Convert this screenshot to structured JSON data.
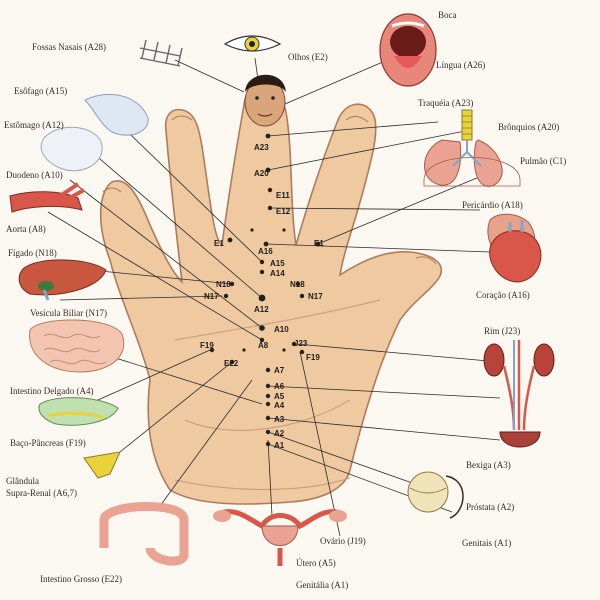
{
  "colors": {
    "skin": "#efc9a0",
    "skin_edge": "#b07b5c",
    "organ_red": "#d8574a",
    "organ_pink": "#eaa392",
    "organ_yellow": "#e9d23a",
    "organ_blue": "#7fa6c9",
    "ink": "#222222"
  },
  "organs": [
    {
      "id": "fossas-nasais",
      "label": "Fossas Nasais (A28)",
      "icon": "nose-icon"
    },
    {
      "id": "olhos",
      "label": "Olhos (E2)",
      "icon": "eye-icon"
    },
    {
      "id": "boca",
      "label": "Boca",
      "icon": "mouth-icon"
    },
    {
      "id": "lingua",
      "label": "Língua (A26)",
      "icon": "tongue-icon"
    },
    {
      "id": "esofago",
      "label": "Esôfago (A15)",
      "icon": "esophagus-icon"
    },
    {
      "id": "estomago",
      "label": "Estômago (A12)",
      "icon": "stomach-icon"
    },
    {
      "id": "traqueia",
      "label": "Traquéia (A23)",
      "icon": "trachea-icon"
    },
    {
      "id": "bronquios",
      "label": "Brônquios (A20)",
      "icon": "bronchi-icon"
    },
    {
      "id": "pulmao",
      "label": "Pulmão (C1)",
      "icon": "lung-icon"
    },
    {
      "id": "duodeno",
      "label": "Duodeno (A10)",
      "icon": "duodenum-icon"
    },
    {
      "id": "pericardio",
      "label": "Pericárdio (A18)",
      "icon": "pericardium-icon"
    },
    {
      "id": "aorta",
      "label": "Aorta (A8)",
      "icon": "aorta-icon"
    },
    {
      "id": "figado",
      "label": "Fígado (N18)",
      "icon": "liver-icon"
    },
    {
      "id": "coracao",
      "label": "Coração (A16)",
      "icon": "heart-icon"
    },
    {
      "id": "vesicula",
      "label": "Vesícula Biliar (N17)",
      "icon": "gallbladder-icon"
    },
    {
      "id": "rim",
      "label": "Rim (J23)",
      "icon": "kidney-icon"
    },
    {
      "id": "intestino-delgado",
      "label": "Intestino Delgado (A4)",
      "icon": "small-intestine-icon"
    },
    {
      "id": "baco",
      "label": "Baço-Pâncreas (F19)",
      "icon": "spleen-icon"
    },
    {
      "id": "bexiga",
      "label": "Bexiga (A3)",
      "icon": "bladder-icon"
    },
    {
      "id": "glandula",
      "label": "Glândula",
      "label2": "Supra-Renal (A6,7)",
      "icon": "adrenal-icon"
    },
    {
      "id": "prostata",
      "label": "Próstata (A2)",
      "icon": "prostate-icon"
    },
    {
      "id": "intestino-grosso",
      "label": "Intestino Grosso (E22)",
      "icon": "large-intestine-icon"
    },
    {
      "id": "ovario",
      "label": "Ovário (J19)",
      "icon": "ovary-icon"
    },
    {
      "id": "genitais",
      "label": "Genitais (A1)",
      "icon": "genitals-icon"
    },
    {
      "id": "utero",
      "label": "Útero (A5)",
      "icon": "uterus-icon"
    },
    {
      "id": "genitalia",
      "label": "Genitália (A1)",
      "icon": "genitalia-icon"
    }
  ],
  "points": [
    {
      "id": "A23",
      "label": "A23"
    },
    {
      "id": "A20",
      "label": "A20"
    },
    {
      "id": "E11",
      "label": "E11"
    },
    {
      "id": "E12",
      "label": "E12"
    },
    {
      "id": "E1L",
      "label": "E1"
    },
    {
      "id": "A16",
      "label": "A16"
    },
    {
      "id": "E1R",
      "label": "E1"
    },
    {
      "id": "A15",
      "label": "A15"
    },
    {
      "id": "A14",
      "label": "A14"
    },
    {
      "id": "N18L",
      "label": "N18"
    },
    {
      "id": "N18R",
      "label": "N18"
    },
    {
      "id": "N17L",
      "label": "N17"
    },
    {
      "id": "N17R",
      "label": "N17"
    },
    {
      "id": "A12",
      "label": "A12"
    },
    {
      "id": "A10",
      "label": "A10"
    },
    {
      "id": "A8",
      "label": "A8"
    },
    {
      "id": "J23",
      "label": "J23"
    },
    {
      "id": "F19L",
      "label": "F19"
    },
    {
      "id": "F19R",
      "label": "F19"
    },
    {
      "id": "E22",
      "label": "E22"
    },
    {
      "id": "A7",
      "label": "A7"
    },
    {
      "id": "A6",
      "label": "A6"
    },
    {
      "id": "A5",
      "label": "A5"
    },
    {
      "id": "A4",
      "label": "A4"
    },
    {
      "id": "A3",
      "label": "A3"
    },
    {
      "id": "A2",
      "label": "A2"
    },
    {
      "id": "A1",
      "label": "A1"
    }
  ]
}
